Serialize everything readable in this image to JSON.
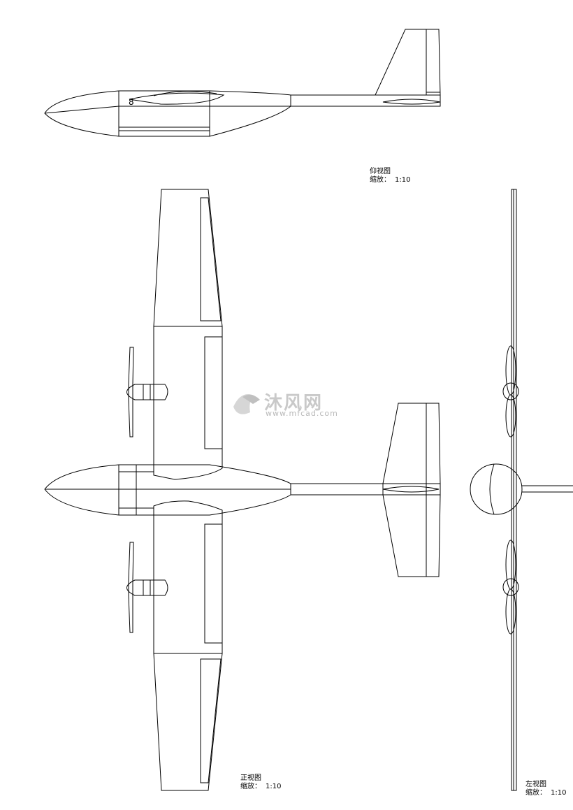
{
  "views": {
    "side": {
      "name": "仰视图",
      "scale_label": "缩放：",
      "scale_value": "1:10"
    },
    "top": {
      "name": "正视图",
      "scale_label": "缩放：",
      "scale_value": "1:10"
    },
    "front": {
      "name": "左视图",
      "scale_label": "缩放：",
      "scale_value": "1:10"
    }
  },
  "watermark": {
    "name": "沐风网",
    "url": "www.mfcad.com"
  }
}
